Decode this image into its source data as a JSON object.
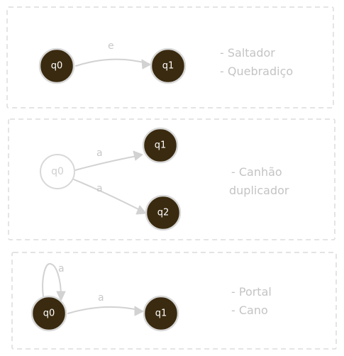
{
  "panels": [
    {
      "states": [
        "q0",
        "q1"
      ],
      "transitions": [
        {
          "from": "q0",
          "to": "q1",
          "label": "e"
        }
      ],
      "notes": [
        "- Saltador",
        "- Quebradiço"
      ]
    },
    {
      "states": [
        "q0",
        "q1",
        "q2"
      ],
      "transitions": [
        {
          "from": "q0",
          "to": "q1",
          "label": "a"
        },
        {
          "from": "q0",
          "to": "q2",
          "label": "a"
        }
      ],
      "notes": [
        "- Canhão",
        "duplicador"
      ]
    },
    {
      "states": [
        "q0",
        "q1"
      ],
      "transitions": [
        {
          "from": "q0",
          "to": "q0",
          "label": "a"
        },
        {
          "from": "q0",
          "to": "q1",
          "label": "a"
        }
      ],
      "notes": [
        "- Portal",
        "- Cano"
      ]
    }
  ],
  "colors": {
    "node_fill": "#3a2a0f",
    "node_stroke": "#d8d8d8",
    "edge": "#d2d2d2",
    "text": "#c4c4c4",
    "frame": "#dcdcdc"
  }
}
